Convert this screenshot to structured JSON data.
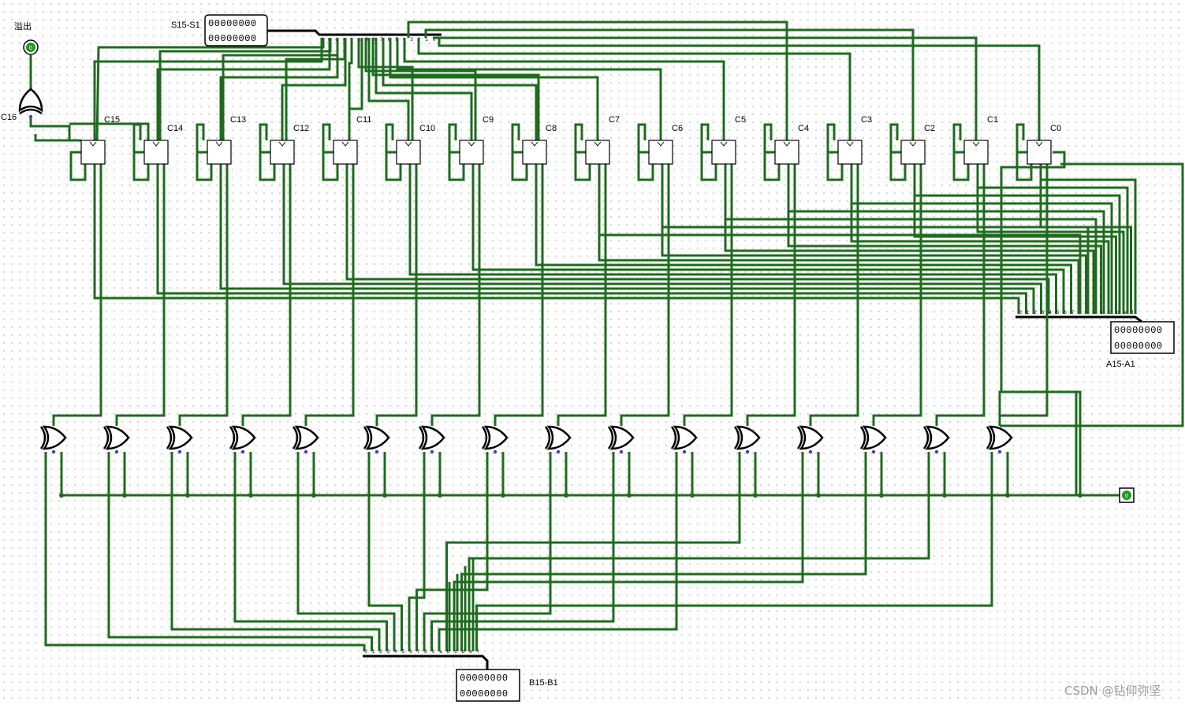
{
  "circuit": {
    "overflow_label": "溢出",
    "c16_label": "C16",
    "adder_labels": [
      "C15",
      "C14",
      "C13",
      "C12",
      "C11",
      "C10",
      "C9",
      "C8",
      "C7",
      "C6",
      "C5",
      "C4",
      "C3",
      "C2",
      "C1",
      "C0"
    ],
    "sum_probe": {
      "label": "S15-S1",
      "row1": "00000000",
      "row2": "00000000"
    },
    "a_input": {
      "label": "A15-A1",
      "row1": "00000000",
      "row2": "00000000"
    },
    "b_input": {
      "label": "B15-B1",
      "row1": "00000000",
      "row2": "00000000"
    },
    "control_pin_value": "0",
    "overflow_led_value": "0",
    "splitter_pins": [
      "0",
      "1",
      "2",
      "3",
      "4",
      "5",
      "6",
      "7",
      "8",
      "9",
      "a",
      "b",
      "c",
      "d",
      "e",
      "f"
    ],
    "wire_color": "#1e6b1e",
    "bus_color": "#000000",
    "pin_dot_color": "#3c3cdc"
  },
  "watermark": "CSDN @钻仰弥坚"
}
